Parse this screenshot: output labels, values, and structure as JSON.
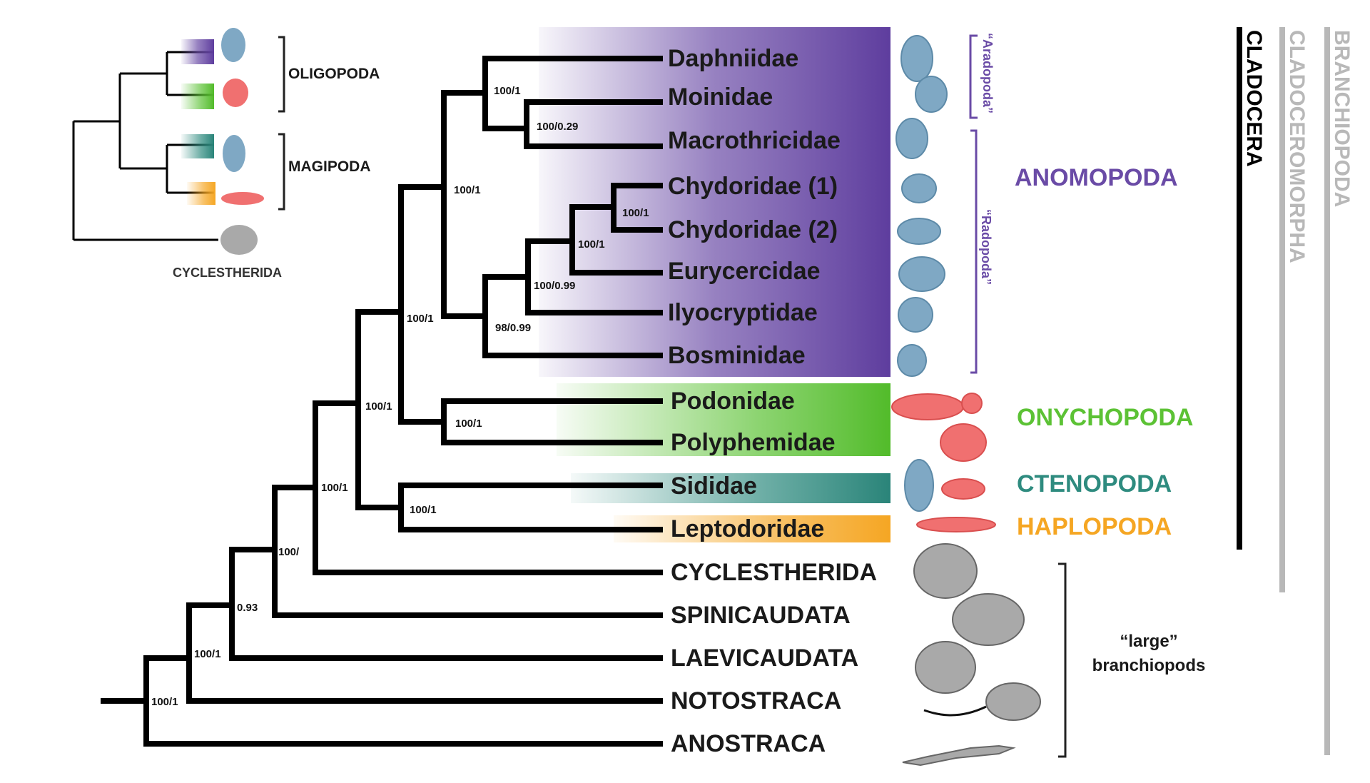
{
  "taxa": {
    "daphniidae": "Daphniidae",
    "moinidae": "Moinidae",
    "macrothricidae": "Macrothricidae",
    "chydoridae1": "Chydoridae (1)",
    "chydoridae2": "Chydoridae (2)",
    "eurycercidae": "Eurycercidae",
    "ilyocryptidae": "Ilyocryptidae",
    "bosminidae": "Bosminidae",
    "podonidae": "Podonidae",
    "polyphemidae": "Polyphemidae",
    "sididae": "Sididae",
    "leptodoridae": "Leptodoridae",
    "cyclestherida": "CYCLESTHERIDA",
    "spinicaudata": "SPINICAUDATA",
    "laevicaudata": "LAEVICAUDATA",
    "notostraca": "NOTOSTRACA",
    "anostraca": "ANOSTRACA"
  },
  "support": {
    "daph_moin_macro": "100/1",
    "moin_macro": "100/0.29",
    "anomopoda": "100/1",
    "chydoridae": "100/1",
    "chyd_eury": "100/1",
    "chyd_eury_ilyo": "100/0.99",
    "radopoda": "98/0.99",
    "anom_onych": "100/1",
    "onychopoda": "100/1",
    "sid_lepto": "100/1",
    "cladocera": "100/1",
    "cladoceromorpha": "100/1",
    "diplostraca_1": "100/",
    "diplostraca_2": "0.93",
    "phyllopoda": "100/1",
    "branchiopoda": "100/1"
  },
  "groups": {
    "anomopoda": "ANOMOPODA",
    "onychopoda": "ONYCHOPODA",
    "ctenopoda": "CTENOPODA",
    "haplopoda": "HAPLOPODA",
    "aradopoda": "“Aradopoda”",
    "radopoda": "“Radopoda”",
    "large_line1": "“large”",
    "large_line2": "branchiopods"
  },
  "ranks": {
    "cladocera": "CLADOCERA",
    "cladoceromorpha": "CLADOCEROMORPHA",
    "branchiopoda": "BRANCHIOPODA"
  },
  "inset": {
    "oligopoda": "OLIGOPODA",
    "magipoda": "MAGIPODA",
    "cyclestherida": "CYCLESTHERIDA"
  },
  "colors": {
    "anomopoda": "#6a4ba6",
    "onychopoda": "#5cc235",
    "ctenopoda": "#2e8b7f",
    "haplopoda": "#f5a623",
    "cladocera_bar": "#000000",
    "cladoceromorpha_bar": "#b8b8b8",
    "branchiopoda_bar": "#b8b8b8",
    "crustacean_blue": "#7fa8c4",
    "crustacean_red": "#f07070",
    "large_gray": "#a9a9a9"
  },
  "icons": {
    "anomopoda": "water-flea-icon",
    "onychopoda": "predatory-cladoceran-icon",
    "large": "clam-shrimp-icon",
    "notostraca": "tadpole-shrimp-icon",
    "anostraca": "fairy-shrimp-icon"
  }
}
